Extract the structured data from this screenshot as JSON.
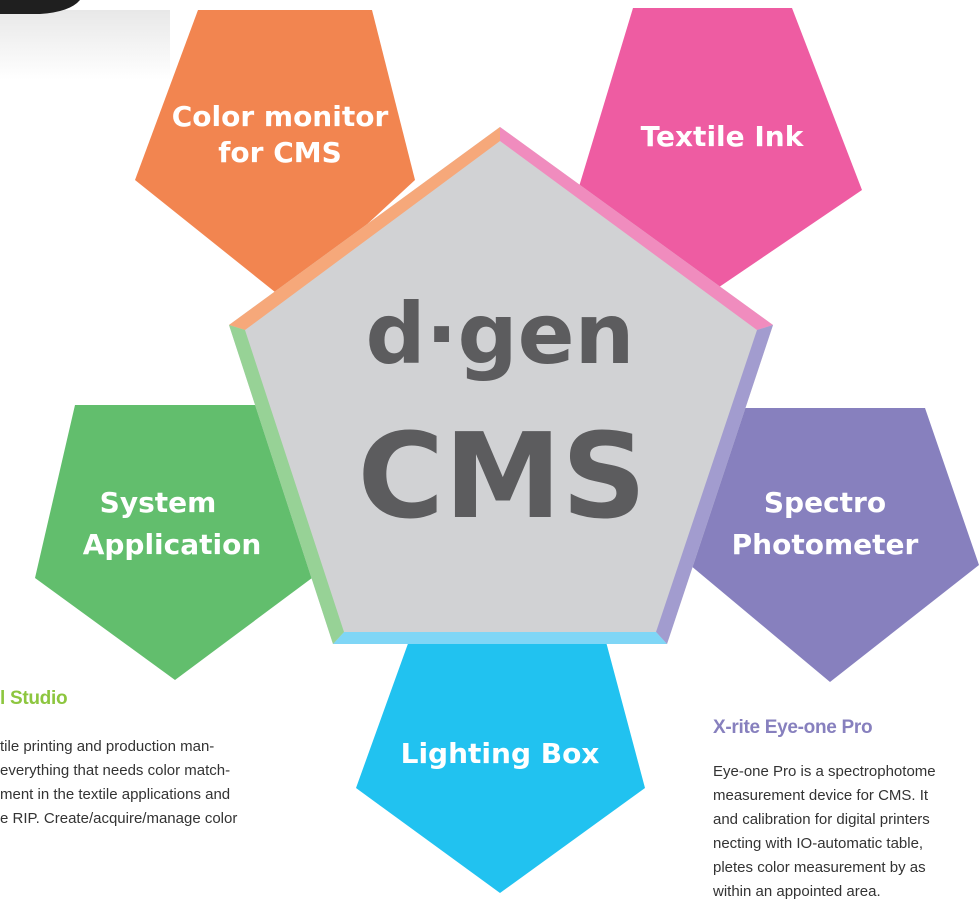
{
  "center": {
    "line1": "d·gen",
    "line2": "CMS"
  },
  "petals": [
    {
      "id": "color-monitor",
      "lines": [
        "Color monitor",
        "for CMS"
      ],
      "color": "#F28550"
    },
    {
      "id": "textile-ink",
      "lines": [
        "Textile Ink"
      ],
      "color": "#EE5CA2"
    },
    {
      "id": "spectro-photometer",
      "lines": [
        "Spectro",
        "Photometer"
      ],
      "color": "#8780BE"
    },
    {
      "id": "lighting-box",
      "lines": [
        "Lighting Box"
      ],
      "color": "#21C2F0"
    },
    {
      "id": "system-application",
      "lines": [
        "System",
        "Application"
      ],
      "color": "#62BE6D"
    }
  ],
  "center_color": "#D1D2D4",
  "left_info": {
    "heading": "l Studio",
    "heading_color": "#8DC63F",
    "lines": [
      "tile printing and production man-",
      "everything that needs color match-",
      "ment in the textile applications and",
      "e RIP. Create/acquire/manage color"
    ]
  },
  "right_info": {
    "heading": "X-rite Eye-one Pro",
    "heading_color": "#8780BE",
    "lines": [
      "Eye-one Pro is a spectrophotome",
      "measurement device for CMS. It",
      "and calibration for digital printers",
      "necting with IO-automatic table,",
      "pletes color measurement by as",
      "within an appointed area."
    ]
  }
}
